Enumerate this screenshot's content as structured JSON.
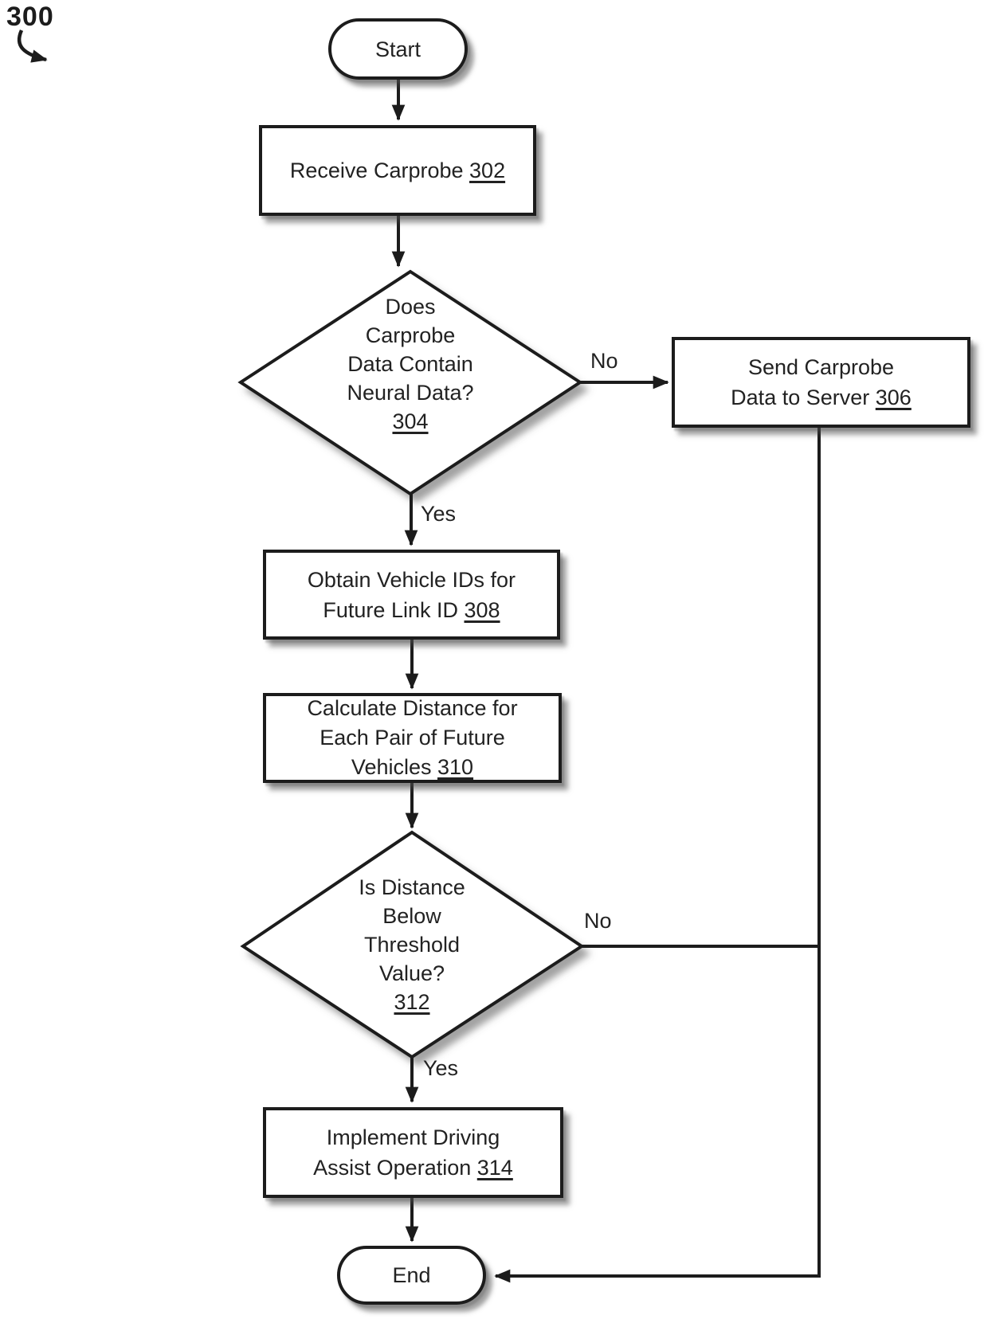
{
  "figure_label": "300",
  "terminals": {
    "start": "Start",
    "end": "End"
  },
  "nodes": {
    "n302": {
      "line1": "Receive Carprobe",
      "ref": "302"
    },
    "n304": {
      "line1": "Does",
      "line2": "Carprobe",
      "line3": "Data Contain",
      "line4": "Neural Data?",
      "ref": "304"
    },
    "n306": {
      "line1": "Send Carprobe",
      "line2": "Data to Server",
      "ref": "306"
    },
    "n308": {
      "line1": "Obtain Vehicle IDs for",
      "line2": "Future Link ID",
      "ref": "308"
    },
    "n310": {
      "line1": "Calculate Distance for",
      "line2": "Each Pair of Future",
      "line3": "Vehicles",
      "ref": "310"
    },
    "n312": {
      "line1": "Is Distance",
      "line2": "Below",
      "line3": "Threshold",
      "line4": "Value?",
      "ref": "312"
    },
    "n314": {
      "line1": "Implement Driving",
      "line2": "Assist Operation",
      "ref": "314"
    }
  },
  "edge_labels": {
    "no_from_304": "No",
    "yes_from_304": "Yes",
    "no_from_312": "No",
    "yes_from_312": "Yes"
  },
  "colors": {
    "stroke": "#1c1c1c",
    "node_fill": "#ffffff",
    "background": "#ffffff",
    "text": "#222222",
    "shadow": "#555555"
  }
}
